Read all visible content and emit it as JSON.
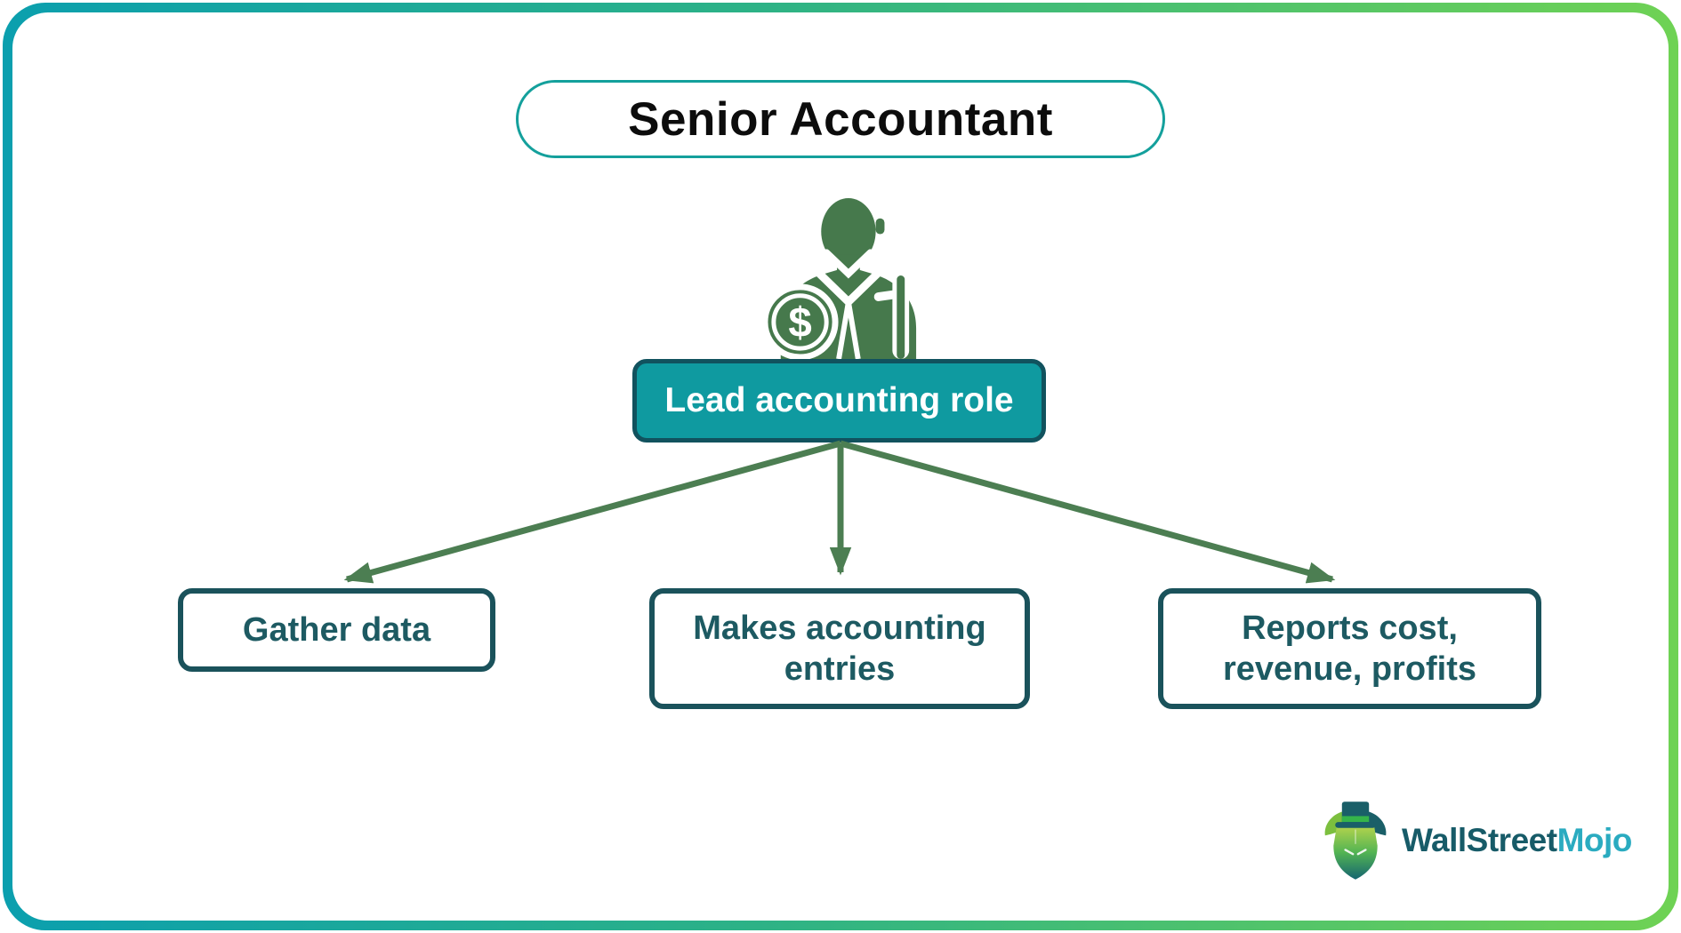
{
  "title": {
    "label": "Senior Accountant"
  },
  "root_box": {
    "label": "Lead accounting role"
  },
  "child_boxes": [
    {
      "label": "Gather data"
    },
    {
      "label": "Makes accounting entries"
    },
    {
      "label": "Reports cost, revenue, profits"
    }
  ],
  "icons": {
    "accountant": "accountant-with-dollar-coin-icon",
    "dollar_sign": "$",
    "logo_bull": "bull-mascot-with-top-hat-icon"
  },
  "logo": {
    "text_primary": "WallStreet",
    "text_secondary": "Mojo"
  },
  "colors": {
    "frame_gradient_start": "#0b9fae",
    "frame_gradient_end": "#6fd254",
    "title_border": "#14a09c",
    "root_fill": "#0f9aa0",
    "root_border": "#11525e",
    "child_border": "#1a525b",
    "child_text": "#1d5a62",
    "arrow": "#4c7e52",
    "icon_green": "#46794c",
    "logo_primary": "#175b68",
    "logo_secondary": "#2aabc0"
  }
}
